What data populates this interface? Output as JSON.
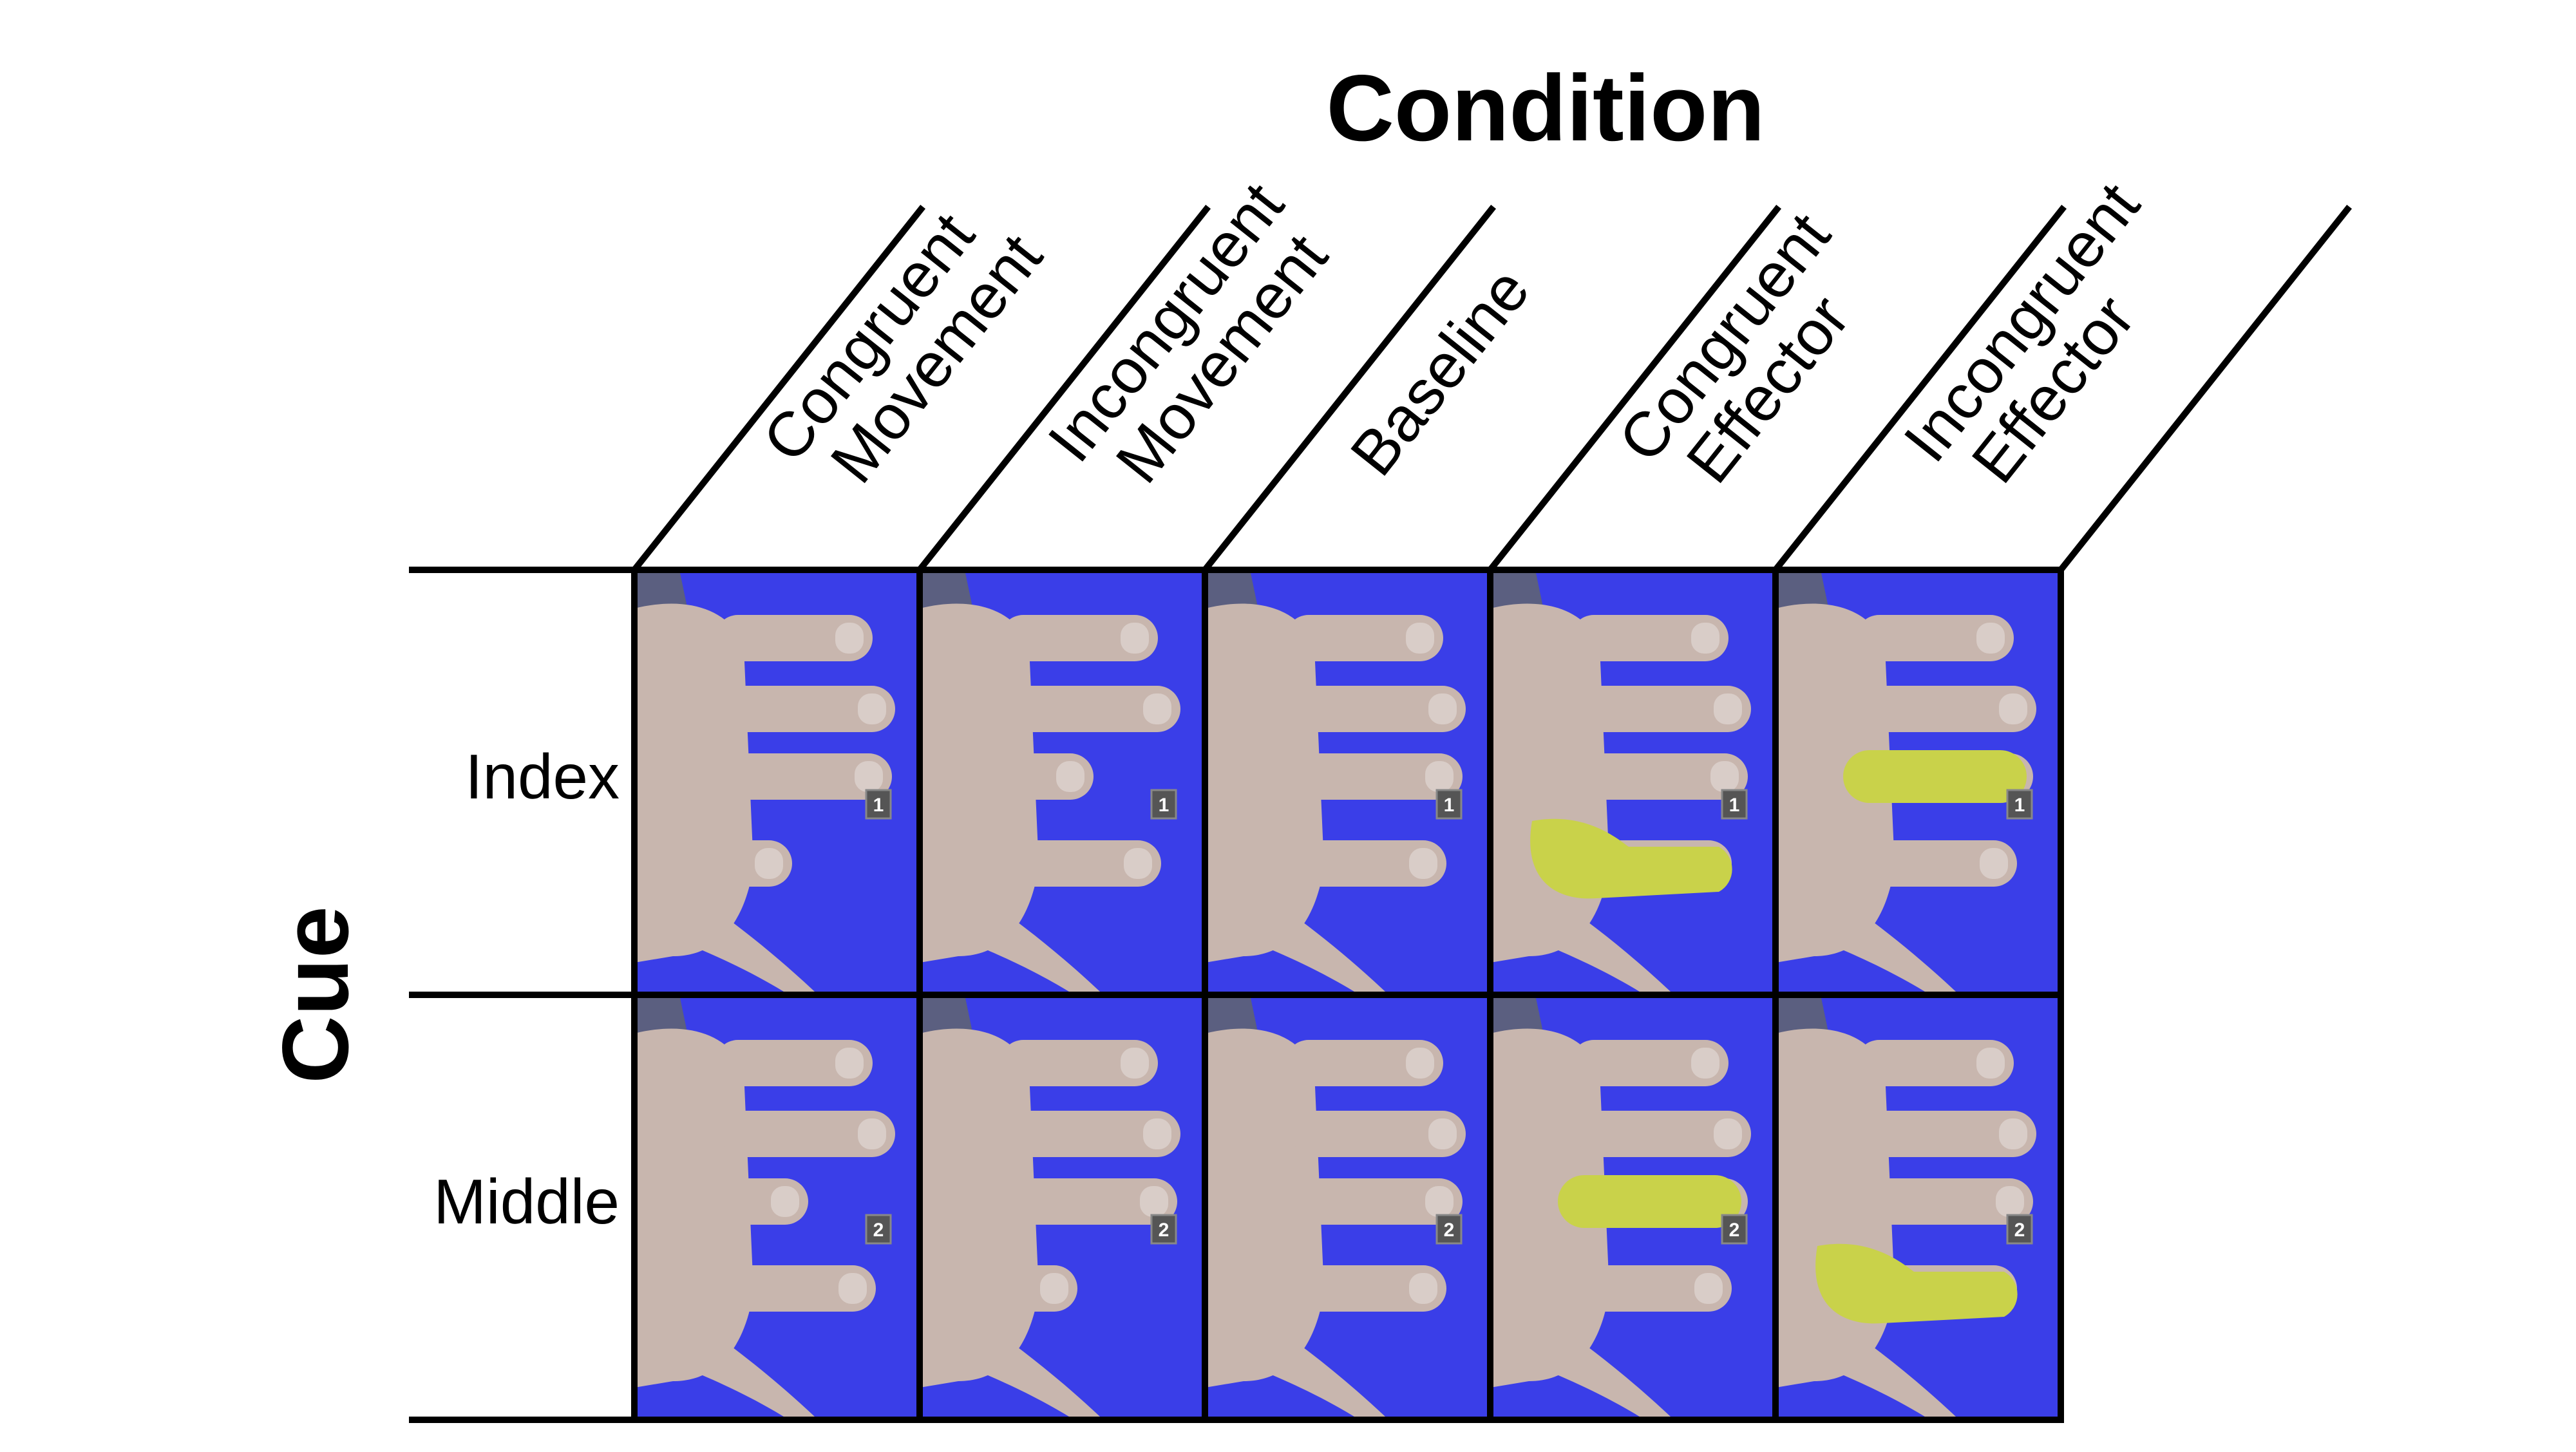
{
  "title": "Condition",
  "row_axis_label": "Cue",
  "columns": [
    {
      "line1": "Congruent",
      "line2": "Movement",
      "highlight": "none"
    },
    {
      "line1": "Incongruent",
      "line2": "Movement",
      "highlight": "none"
    },
    {
      "line1": "Baseline",
      "line2": "",
      "highlight": "none"
    },
    {
      "line1": "Congruent",
      "line2": "Effector",
      "highlight": "cued"
    },
    {
      "line1": "Incongruent",
      "line2": "Effector",
      "highlight": "other"
    }
  ],
  "rows": [
    {
      "label": "Index",
      "badge": "1"
    },
    {
      "label": "Middle",
      "badge": "2"
    }
  ],
  "colors": {
    "background_blue": "#3a3ee8",
    "skin": "#c8b6ae",
    "highlight_yellow": "#c9d24a",
    "grid_line": "#000000",
    "badge_bg": "#555555"
  }
}
